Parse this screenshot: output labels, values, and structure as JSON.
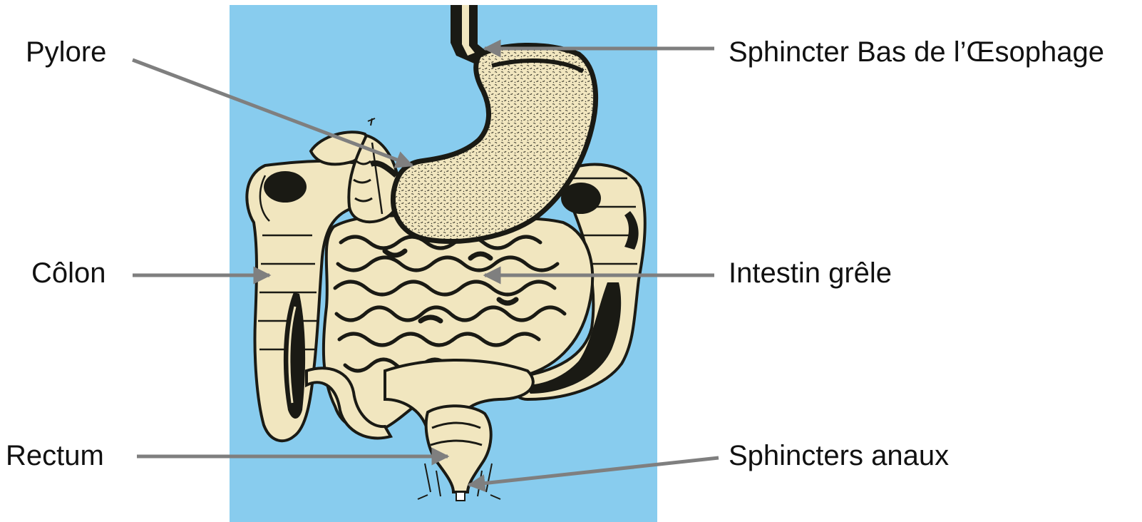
{
  "labels": {
    "pylore": "Pylore",
    "colon": "Côlon",
    "rectum": "Rectum",
    "sphincter_oesophage": "Sphincter Bas de l’Œsophage",
    "intestin_grele": "Intestin grêle",
    "sphincters_anaux": "Sphincters anaux"
  },
  "colors": {
    "background_panel": "#88CCEE",
    "organ_fill": "#F1E6BF",
    "organ_ink": "#1A1A14",
    "arrow": "#7F7F7F"
  }
}
